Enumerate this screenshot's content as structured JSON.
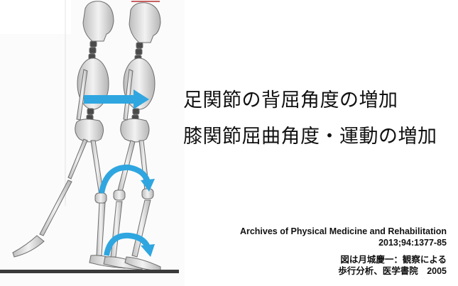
{
  "slide": {
    "headline_1": "足関節の背屈角度の増加",
    "headline_2": "膝関節屈曲角度・運動の増加",
    "reference_journal": {
      "line_1": "Archives of Physical Medicine and Rehabilitation",
      "line_2": "2013;94:1377-85"
    },
    "reference_source": {
      "line_1": "図は月城慶一：観察による",
      "line_2": "歩行分析、医学書院　2005"
    }
  },
  "figure": {
    "accent_color": "#2fa6e0",
    "bone_color": "#d9d9d9",
    "icons": [
      "forward-arrow-icon",
      "knee-rotation-arrow-icon",
      "ankle-rotation-arrow-icon"
    ]
  }
}
